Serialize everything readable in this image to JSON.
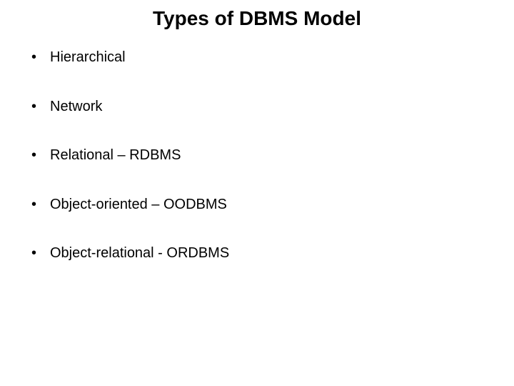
{
  "slide": {
    "title": "Types of DBMS Model",
    "bullet_symbol": "•",
    "items": [
      {
        "text": "Hierarchical"
      },
      {
        "text": "Network"
      },
      {
        "text": "Relational – RDBMS"
      },
      {
        "text": "Object-oriented – OODBMS"
      },
      {
        "text": "Object-relational - ORDBMS"
      }
    ]
  }
}
